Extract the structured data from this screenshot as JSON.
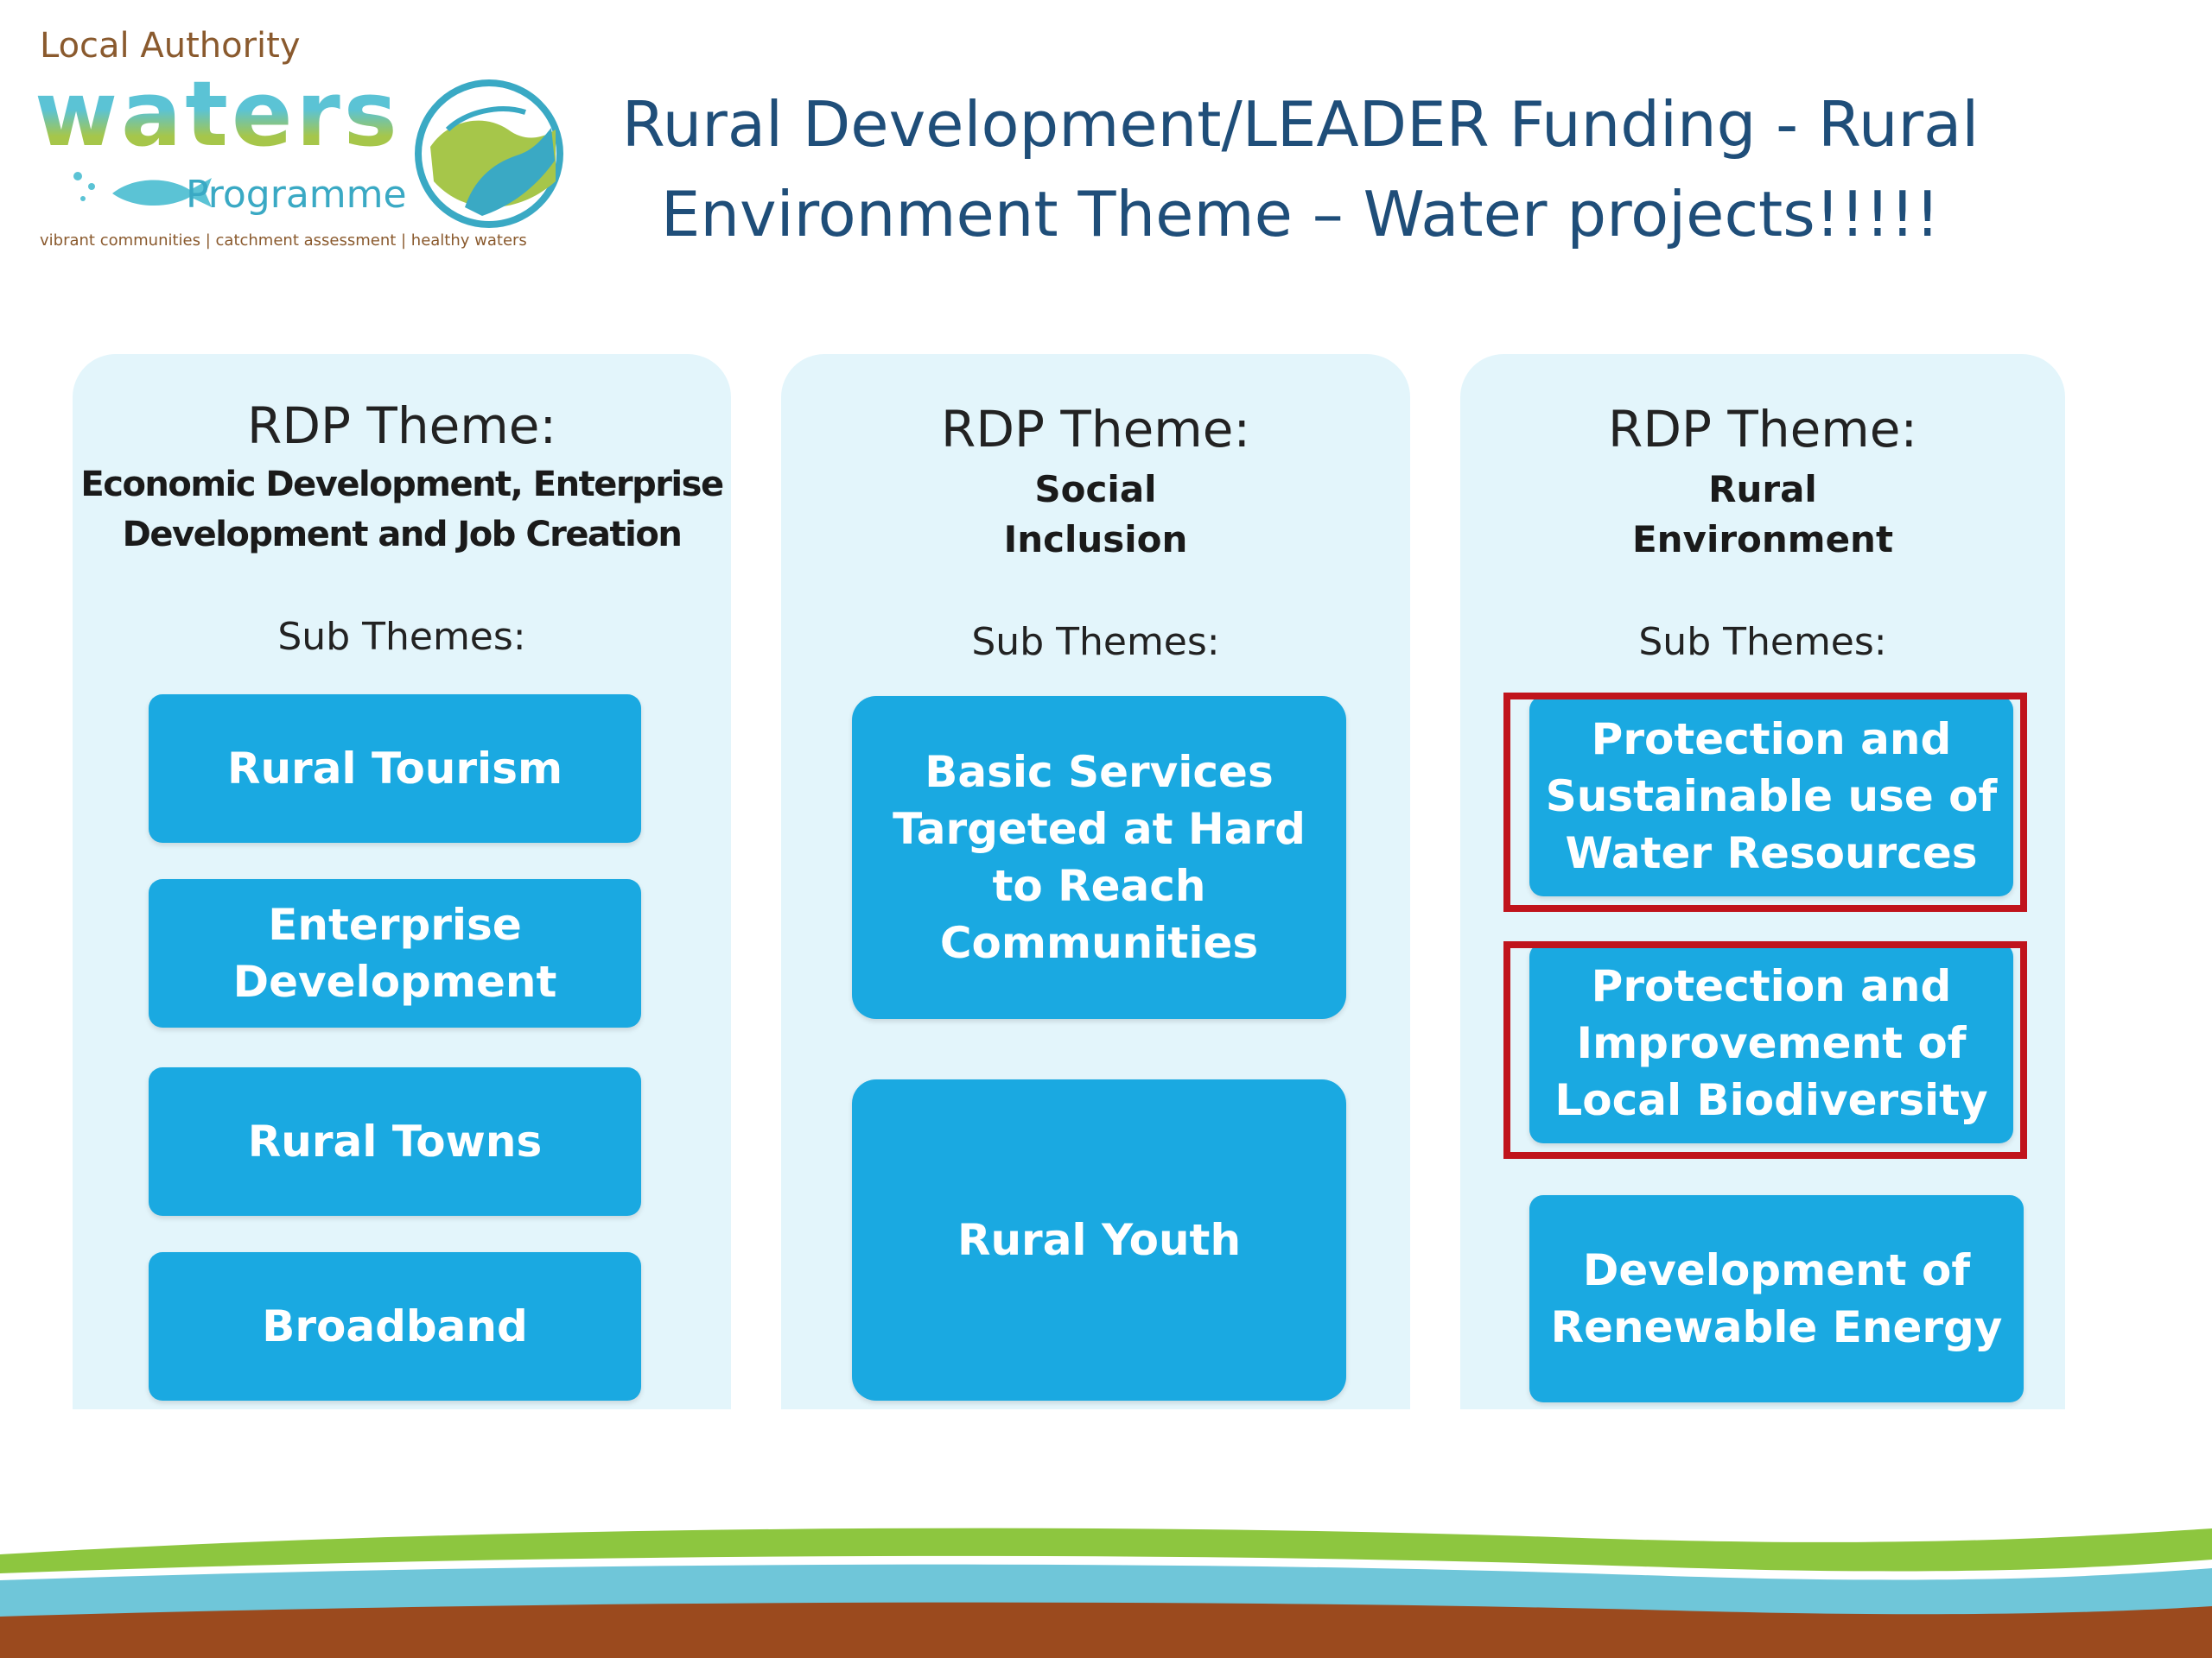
{
  "logo": {
    "top_text": "Local Authority",
    "main_text": "waters",
    "sub_text": "Programme",
    "tagline": "vibrant communities | catchment assessment | healthy waters"
  },
  "title": {
    "line1": "Rural Development/LEADER Funding - Rural",
    "line2": "Environment Theme – Water projects!!!!!"
  },
  "columns": [
    {
      "heading": "RDP Theme:",
      "name_lines": [
        "Economic Development, Enterprise",
        "Development and Job Creation"
      ],
      "sub_heading": "Sub Themes:",
      "items": [
        {
          "lines": [
            "Rural Tourism"
          ]
        },
        {
          "lines": [
            "Enterprise",
            "Development"
          ]
        },
        {
          "lines": [
            "Rural Towns"
          ]
        },
        {
          "lines": [
            "Broadband"
          ]
        }
      ]
    },
    {
      "heading": "RDP Theme:",
      "name_lines": [
        "Social",
        "Inclusion"
      ],
      "sub_heading": "Sub Themes:",
      "items": [
        {
          "lines": [
            "Basic Services",
            "Targeted at Hard",
            "to Reach",
            "Communities"
          ]
        },
        {
          "lines": [
            "Rural Youth"
          ]
        }
      ]
    },
    {
      "heading": "RDP Theme:",
      "name_lines": [
        "Rural",
        "Environment"
      ],
      "sub_heading": "Sub Themes:",
      "items": [
        {
          "lines": [
            "Protection and",
            "Sustainable use of",
            "Water Resources"
          ],
          "highlighted": true
        },
        {
          "lines": [
            "Protection and",
            "Improvement of",
            "Local Biodiversity"
          ],
          "highlighted": true
        },
        {
          "lines": [
            "Development of",
            "Renewable Energy"
          ],
          "highlighted": false
        }
      ]
    }
  ],
  "colors": {
    "title": "#1f4e79",
    "box": "#1aa9e1",
    "panel": "#e3f5fb",
    "highlight": "#c0141c",
    "wave_green": "#8dc63f",
    "wave_blue": "#6fc6d9",
    "wave_brown": "#9b4a1e"
  }
}
